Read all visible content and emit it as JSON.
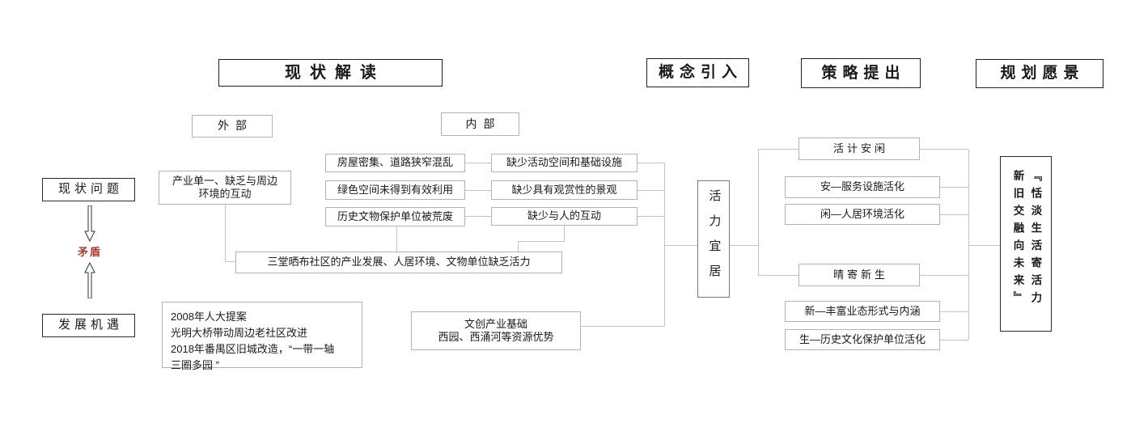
{
  "phase_headers": {
    "status_reading": "现状解读",
    "concept_intro": "概念引入",
    "strategy_proposal": "策略提出",
    "planning_vision": "规划愿景"
  },
  "left_column": {
    "current_problems": "现状问题",
    "contradiction": "矛盾",
    "contradiction_color": "#a03a2e",
    "development_opportunity": "发展机遇"
  },
  "scope_labels": {
    "external": "外部",
    "internal": "内部"
  },
  "problem_boxes": {
    "external_problem_line1": "产业单一、缺乏与周边",
    "external_problem_line2": "环境的互动",
    "internal_problems": [
      "房屋密集、道路狭窄混乱",
      "绿色空间未得到有效利用",
      "历史文物保护单位被荒废"
    ],
    "consequences": [
      "缺少活动空间和基础设施",
      "缺少具有观赏性的景观",
      "缺少与人的互动"
    ],
    "summary": "三堂晒布社区的产业发展、人居环境、文物单位缺乏活力"
  },
  "opportunity_boxes": {
    "policy_lines": [
      "2008年人大提案",
      "光明大桥带动周边老社区改进",
      "2018年番禺区旧城改造，“一带一轴",
      "三圈多园 ”"
    ],
    "resource_lines": [
      "文创产业基础",
      "西园、西涌河等资源优势"
    ]
  },
  "concept": {
    "core": "活力宜居"
  },
  "strategies": {
    "groups": [
      {
        "title": "活计安闲",
        "items": [
          "安—服务设施活化",
          "闲—人居环境活化"
        ]
      },
      {
        "title": "晴寄新生",
        "items": [
          "新—丰富业态形式与内涵",
          "生—历史文化保护单位活化"
        ]
      }
    ]
  },
  "vision": {
    "right_column": "『恬淡生活寄活力",
    "left_column": "新旧交融向未来』"
  }
}
